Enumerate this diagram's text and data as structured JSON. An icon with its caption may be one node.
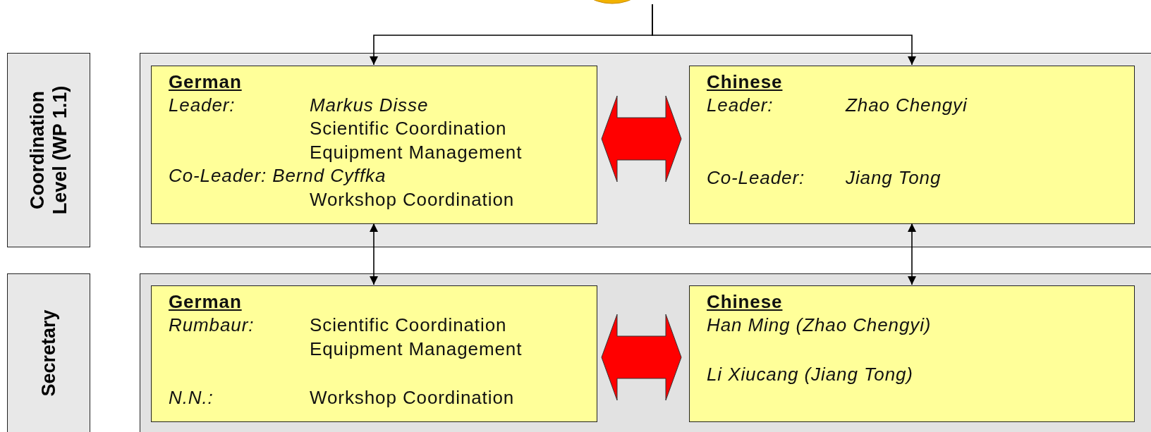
{
  "diagram": {
    "nodes": [
      {
        "text": [],
        "shape": "ellipse"
      },
      {
        "text": [
          "Coordination Level (WP 1.1)"
        ]
      },
      {
        "text": [],
        "shape": "box"
      },
      {
        "text": [
          "German",
          "Leader:",
          "Markus Disse",
          "Scientific Coordination",
          "Equipment Management",
          "Co-Leader: Bernd Cyffka",
          "Workshop Coordination"
        ],
        "in": 2
      },
      {
        "text": [
          "Chinese",
          "Leader:",
          "Zhao Chengyi",
          "Co-Leader:",
          "Jiang Tong"
        ],
        "in": 2
      },
      {
        "text": [
          "Secretary"
        ]
      },
      {
        "text": [],
        "shape": "box"
      },
      {
        "text": [
          "German",
          "Rumbaur:",
          "Scientific Coordination",
          "Equipment Management",
          "N.N.:",
          "Workshop Coordination"
        ],
        "in": 6
      },
      {
        "text": [
          "Chinese",
          "Han Ming (Zhao Chengyi)",
          "Li Xiucang (Jiang Tong)"
        ],
        "in": 6
      }
    ],
    "edges": [
      {
        "from": 0,
        "to": 3,
        "arrow": "to"
      },
      {
        "from": 0,
        "to": 4,
        "arrow": "to"
      },
      {
        "from": 3,
        "to": 4,
        "arrow": "both",
        "style": "thick",
        "color": "#ff0000"
      },
      {
        "from": 3,
        "to": 7,
        "arrow": "both"
      },
      {
        "from": 4,
        "to": 8,
        "arrow": "both"
      },
      {
        "from": 7,
        "to": 8,
        "arrow": "both",
        "style": "thick",
        "color": "#ff0000"
      }
    ]
  }
}
